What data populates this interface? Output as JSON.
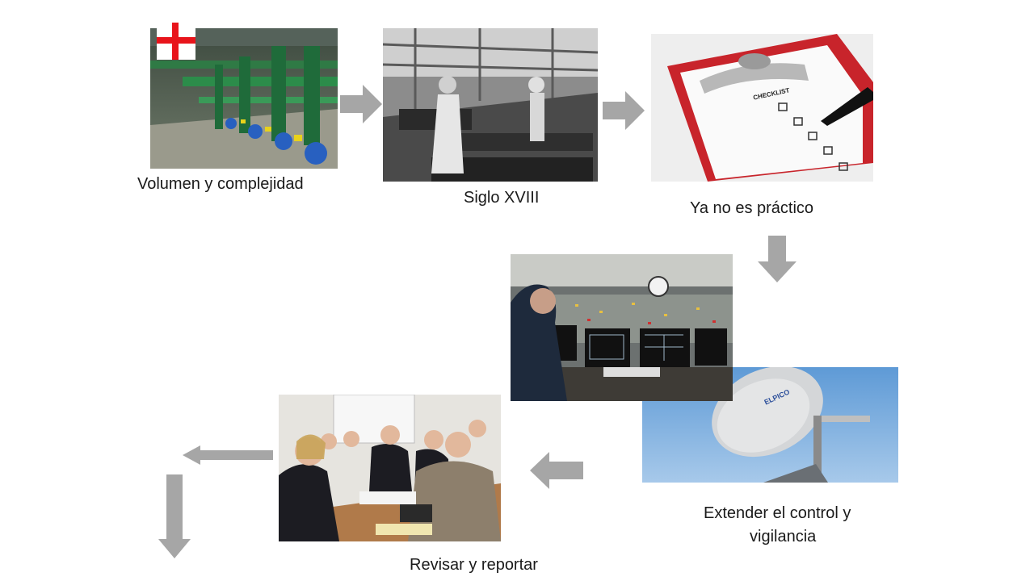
{
  "captions": {
    "step1": "Volumen y complejidad",
    "step2": "Siglo XVIII",
    "step3": "Ya no es práctico",
    "step4_line1": "Extender el control  y",
    "step4_line2": "vigilancia",
    "step5": "Revisar y reportar"
  },
  "image_text": {
    "checklist": "CHECKLIST",
    "antenna_brand": "ELPICO"
  },
  "icons": {
    "red_cross": "red-cross-icon",
    "arrow": "gray-block-arrow"
  },
  "colors": {
    "arrow": "#a6a6a6",
    "cross": "#e8141b",
    "clipboard": "#c8242b",
    "sky": "#7fb0dd"
  }
}
